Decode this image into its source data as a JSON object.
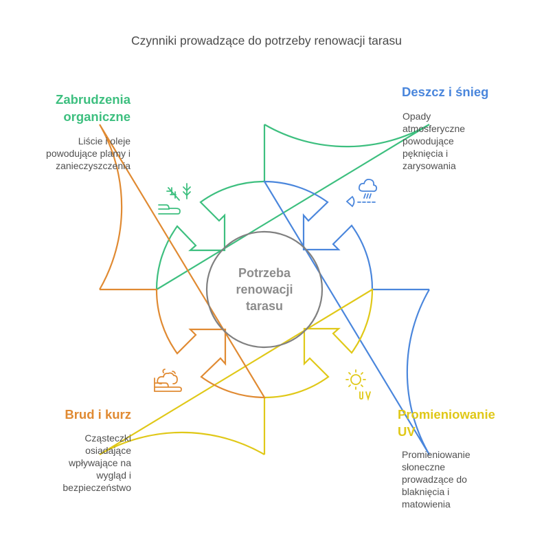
{
  "title": "Czynniki prowadzące do potrzeby renowacji tarasu",
  "center": {
    "lines": [
      "Potrzeba",
      "renowacji",
      "tarasu"
    ],
    "color": "#8c8c8c"
  },
  "factors": [
    {
      "id": "organic",
      "position": "top-left",
      "title_lines": [
        "Zabrudzenia",
        "organiczne"
      ],
      "description_lines": [
        "Liście i oleje",
        "powodujące plamy i",
        "zanieczyszczenia"
      ],
      "color": "#3dbf7f",
      "icon": "plant-sprouts-icon"
    },
    {
      "id": "rain",
      "position": "top-right",
      "title_lines": [
        "Deszcz i śnieg"
      ],
      "description_lines": [
        "Opady",
        "atmosferyczne",
        "powodujące",
        "pęknięcia i",
        "zarysowania"
      ],
      "color": "#4a86dc",
      "icon": "rain-cloud-icon"
    },
    {
      "id": "uv",
      "position": "bottom-right",
      "title_lines": [
        "Promieniowanie",
        "UV"
      ],
      "description_lines": [
        "Promieniowanie",
        "słoneczne",
        "prowadzące do",
        "blaknięcia i",
        "matowienia"
      ],
      "color": "#e0c818",
      "icon": "sun-uv-icon"
    },
    {
      "id": "dust",
      "position": "bottom-left",
      "title_lines": [
        "Brud i kurz"
      ],
      "description_lines": [
        "Cząsteczki",
        "osiadające",
        "wpływające na",
        "wygląd i",
        "bezpieczeństwo"
      ],
      "color": "#e08a32",
      "icon": "dust-cloud-icon"
    }
  ]
}
